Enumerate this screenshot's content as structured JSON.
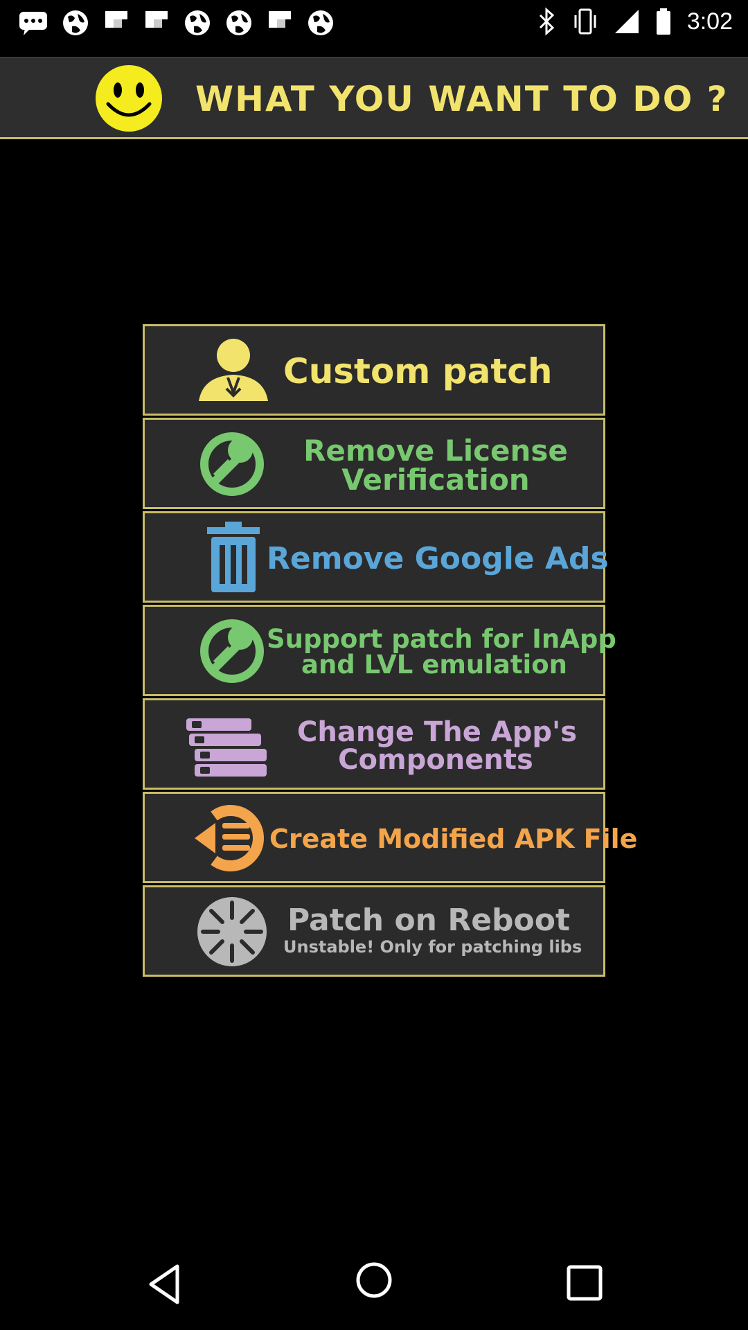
{
  "status_bar": {
    "time": "3:02",
    "icons": [
      "chat-icon",
      "globe-icon",
      "globe-icon",
      "flipboard-icon",
      "flipboard-icon",
      "globe-icon",
      "globe-icon",
      "flipboard-icon",
      "globe-icon",
      "bluetooth-icon",
      "vibrate-icon",
      "signal-icon",
      "battery-icon"
    ]
  },
  "header": {
    "title": "WHAT YOU WANT TO DO ?",
    "icon": "smiley-icon"
  },
  "menu": {
    "items": [
      {
        "label1": "Custom patch",
        "label2": "",
        "icon": "user-download-icon",
        "color": "#f2e36d"
      },
      {
        "label1": "Remove License",
        "label2": "Verification",
        "icon": "no-key-icon",
        "color": "#78c870"
      },
      {
        "label1": "Remove Google Ads",
        "label2": "",
        "icon": "trash-icon",
        "color": "#5aa6d8"
      },
      {
        "label1": "Support patch for InApp",
        "label2": "and LVL emulation",
        "icon": "no-key-icon",
        "color": "#78c870"
      },
      {
        "label1": "Change The App's",
        "label2": "Components",
        "icon": "stack-icon",
        "color": "#c9a6d6"
      },
      {
        "label1": "Create Modified APK File",
        "label2": "",
        "icon": "rebuild-icon",
        "color": "#f4a44a"
      },
      {
        "label1": "Patch on Reboot",
        "label2": "Unstable! Only for patching libs",
        "icon": "loading-icon",
        "color": "#b8b8b8"
      }
    ]
  },
  "nav_bar": {
    "buttons": [
      "back-icon",
      "home-icon",
      "recents-icon"
    ]
  }
}
